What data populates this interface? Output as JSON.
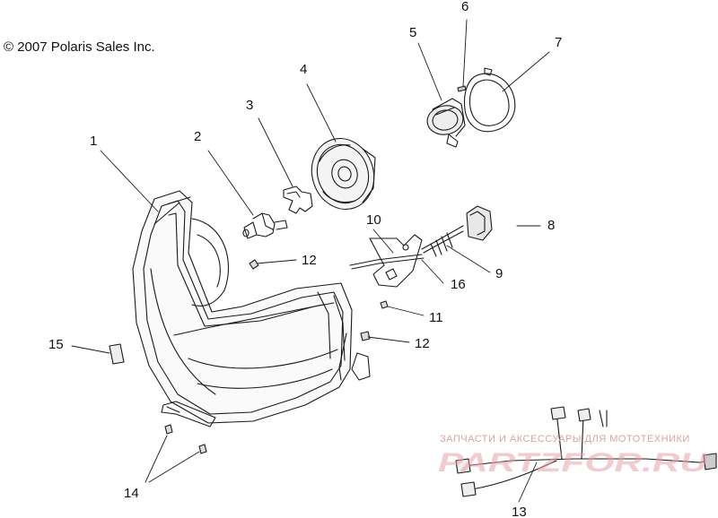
{
  "copyright": "© 2007 Polaris Sales Inc.",
  "callouts": [
    "1",
    "2",
    "3",
    "4",
    "5",
    "6",
    "7",
    "8",
    "9",
    "10",
    "11",
    "12",
    "12",
    "13",
    "14",
    "15",
    "16"
  ],
  "watermark": {
    "caption": "ЗАПЧАСТИ И АКСЕССУАРЫ ДЛЯ МОТОТЕХНИКИ",
    "logo": "PARTZFOR.RU",
    "color": "#e8a0a6"
  },
  "colors": {
    "line": "#1a1a1a",
    "paper": "#ffffff"
  }
}
